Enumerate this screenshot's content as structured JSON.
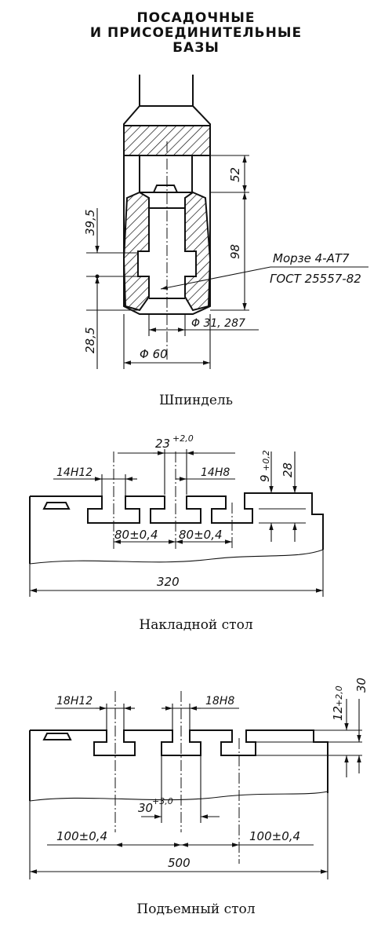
{
  "title": {
    "line1": "ПОСАДОЧНЫЕ",
    "line2": "И ПРИСОЕДИНИТЕЛЬНЫЕ",
    "line3": "БАЗЫ"
  },
  "spindle": {
    "caption": "Шпиндель",
    "dim_52": "52",
    "dim_98": "98",
    "dim_39_5": "39,5",
    "dim_28_5": "28,5",
    "dim_d31": "Φ 31, 287",
    "dim_d60": "Φ 60",
    "taper_label_1": "Морзе 4-АТ7",
    "taper_label_2": "ГОСТ 25557-82"
  },
  "overlay_table": {
    "caption": "Накладной стол",
    "dim_23": "23",
    "dim_23_tol": "+2,0",
    "dim_14h12": "14H12",
    "dim_14h8": "14H8",
    "dim_9": "9",
    "dim_9_tol": "+0,2",
    "dim_28": "28",
    "dim_80_a": "80±0,4",
    "dim_80_b": "80±0,4",
    "dim_320": "320"
  },
  "lift_table": {
    "caption": "Подъемный стол",
    "dim_18h12": "18H12",
    "dim_18h8": "18H8",
    "dim_12": "12",
    "dim_12_tol": "+2,0",
    "dim_30_v": "30",
    "dim_30_h": "30",
    "dim_30_h_tol": "+3,0",
    "dim_100_a": "100±0,4",
    "dim_100_b": "100±0,4",
    "dim_500": "500"
  }
}
